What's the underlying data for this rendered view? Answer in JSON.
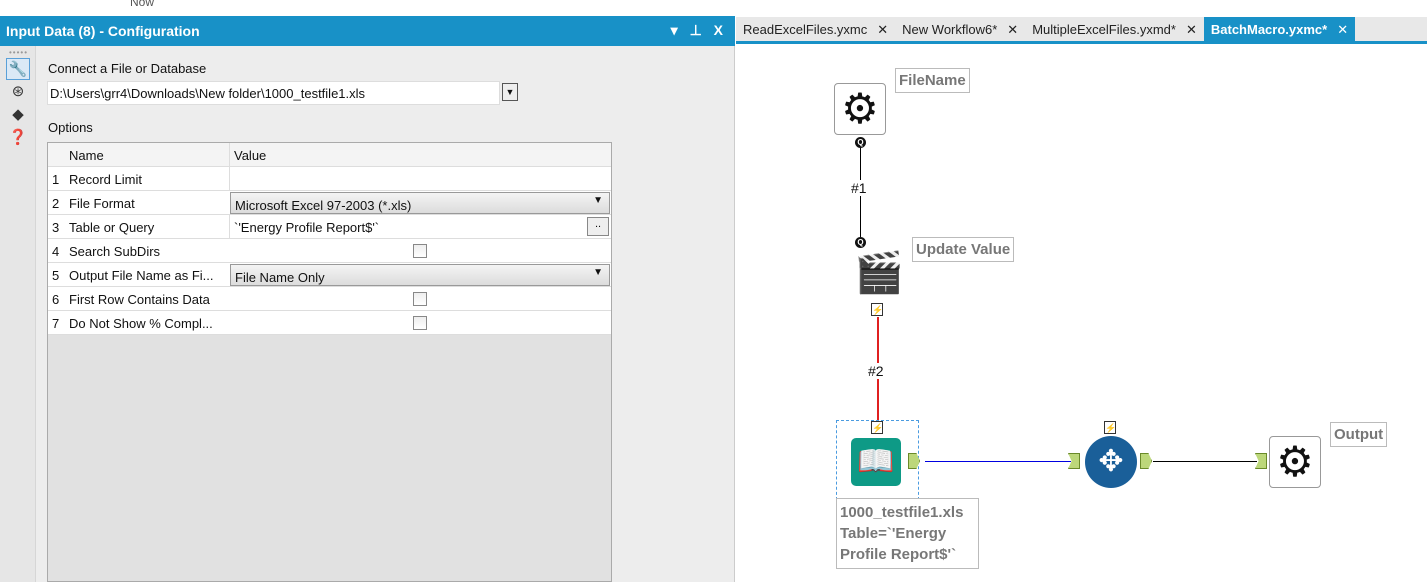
{
  "top": {
    "now": "Now"
  },
  "panel": {
    "title": "Input Data (8) - Configuration",
    "controls": "▾ ⊥ X",
    "connect_label": "Connect a File or Database",
    "file_path": "D:\\Users\\grr4\\Downloads\\New folder\\1000_testfile1.xls",
    "options_label": "Options",
    "table": {
      "headers": [
        "Name",
        "Value"
      ],
      "rows": [
        {
          "num": "1",
          "name": "Record Limit",
          "value": ""
        },
        {
          "num": "2",
          "name": "File Format",
          "value": "Microsoft Excel 97-2003 (*.xls)"
        },
        {
          "num": "3",
          "name": "Table or Query",
          "value": "`'Energy Profile Report$'`"
        },
        {
          "num": "4",
          "name": "Search SubDirs",
          "checked": false
        },
        {
          "num": "5",
          "name": "Output File Name as Fi...",
          "value": "File Name Only"
        },
        {
          "num": "6",
          "name": "First Row Contains Data",
          "checked": false
        },
        {
          "num": "7",
          "name": "Do Not Show % Compl...",
          "checked": false
        }
      ]
    },
    "browse": ".."
  },
  "tabs": [
    {
      "label": "ReadExcelFiles.yxmc"
    },
    {
      "label": "New Workflow6*"
    },
    {
      "label": "MultipleExcelFiles.yxmd*"
    },
    {
      "label": "BatchMacro.yxmc*",
      "active": true
    }
  ],
  "canvas": {
    "filename_label": "FileName",
    "update_label": "Update Value",
    "conn1": "#1",
    "conn2": "#2",
    "input_annotation": [
      "1000_testfile1.xls",
      "Table=`'Energy",
      "Profile Report$'`"
    ],
    "output_label": "Output",
    "q": "Q",
    "bolt": "⚡"
  }
}
